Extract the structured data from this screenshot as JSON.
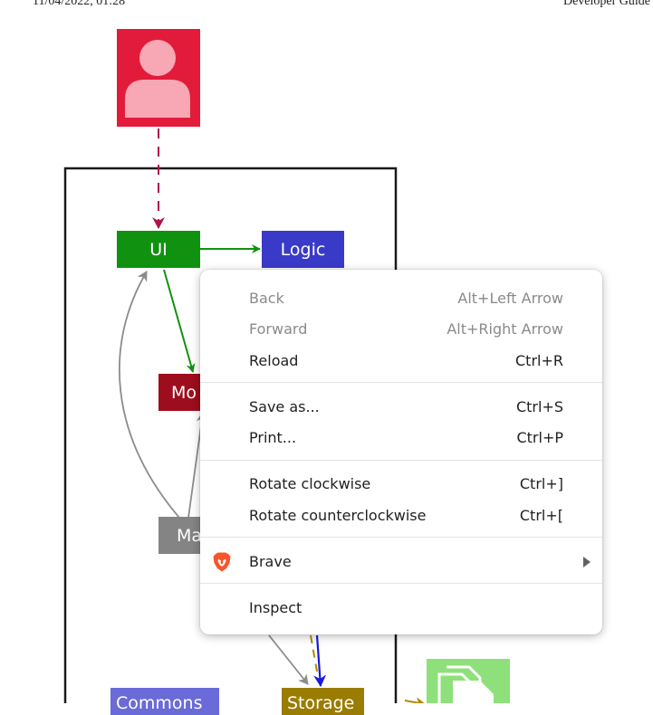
{
  "page_header": {
    "datetime": "11/04/2022, 01:28",
    "doc_title": "Developer Guide"
  },
  "diagram": {
    "boxes": {
      "ui": "UI",
      "logic": "Logic",
      "model": "Mo",
      "main": "Ma",
      "commons": "Commons",
      "storage": "Storage"
    },
    "colors": {
      "user": "#e31b3a",
      "ui": "#109210",
      "logic": "#3a3ac8",
      "model": "#9e0d1e",
      "main": "#848484",
      "commons": "#6a6ad8",
      "storage": "#9a7c00",
      "file": "#8ee07a"
    }
  },
  "context_menu": {
    "items": [
      {
        "label": "Back",
        "shortcut": "Alt+Left Arrow",
        "enabled": false
      },
      {
        "label": "Forward",
        "shortcut": "Alt+Right Arrow",
        "enabled": false
      },
      {
        "label": "Reload",
        "shortcut": "Ctrl+R",
        "enabled": true
      },
      {
        "label": "Save as...",
        "shortcut": "Ctrl+S",
        "enabled": true
      },
      {
        "label": "Print...",
        "shortcut": "Ctrl+P",
        "enabled": true
      },
      {
        "label": "Rotate clockwise",
        "shortcut": "Ctrl+]",
        "enabled": true
      },
      {
        "label": "Rotate counterclockwise",
        "shortcut": "Ctrl+[",
        "enabled": true
      },
      {
        "label": "Brave",
        "icon": "brave-lion-icon",
        "submenu_icon": "chevron-right-icon",
        "enabled": true
      },
      {
        "label": "Inspect",
        "enabled": true
      }
    ]
  }
}
